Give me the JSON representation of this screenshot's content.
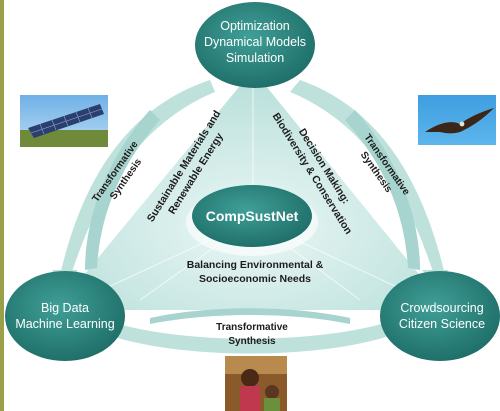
{
  "diagram": {
    "top_node": {
      "line1": "Optimization",
      "line2": "Dynamical Models",
      "line3": "Simulation"
    },
    "center_node": "CompSustNet",
    "left_node": {
      "line1": "Big Data",
      "line2": "Machine Learning"
    },
    "right_node": {
      "line1": "Crowdsourcing",
      "line2": "Citizen Science"
    },
    "left_edge_label": {
      "line1": "Sustainable Materials and",
      "line2": "Renewable Energy"
    },
    "right_edge_label": {
      "line1": "Decision Making:",
      "line2": "Biodiversity & Conservation"
    },
    "bottom_edge_label": {
      "line1": "Balancing Environmental &",
      "line2": "Socioeconomic Needs"
    },
    "synthesis_left": {
      "line1": "Transformative",
      "line2": "Synthesis"
    },
    "synthesis_right": {
      "line1": "Transformative",
      "line2": "Synthesis"
    },
    "synthesis_bottom": {
      "line1": "Transformative",
      "line2": "Synthesis"
    }
  },
  "colors": {
    "node": "#2e8b84",
    "node_dark": "#1f6f69",
    "triangle": "#cfe9e6",
    "arrow": "#bfe1dc",
    "text_dark": "#1c1c1c",
    "text_light": "#ffffff"
  },
  "images": {
    "left": "solar-panels-photo",
    "right": "eagle-photo",
    "bottom": "people-photo"
  }
}
